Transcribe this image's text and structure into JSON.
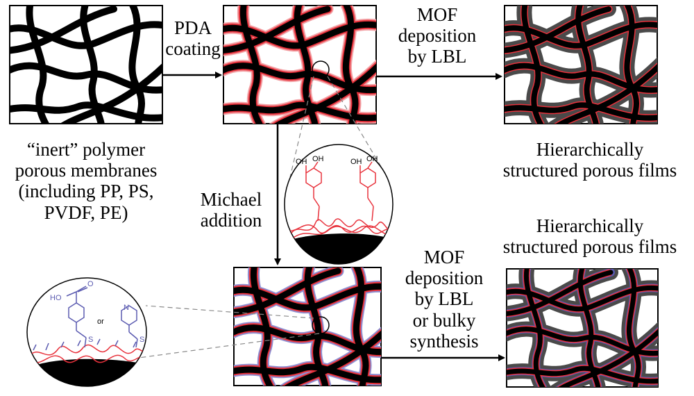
{
  "labels": {
    "inert_membranes": [
      "“inert” polymer",
      "porous membranes",
      "(including PP, PS,",
      "PVDF, PE)"
    ],
    "pda_coating": [
      "PDA",
      "coating"
    ],
    "mof_lbl": [
      "MOF",
      "deposition",
      "by LBL"
    ],
    "hierarchical_top": [
      "Hierarchically",
      "structured porous films"
    ],
    "michael_addition": [
      "Michael",
      "addition"
    ],
    "hierarchical_bottom": [
      "Hierarchically",
      "structured porous films"
    ],
    "mof_lbl_bulky": [
      "MOF",
      "deposition",
      "by LBL",
      "or bulky",
      "synthesis"
    ]
  },
  "chem": {
    "oh": "OH",
    "ho": "HO",
    "o": "O",
    "n": "N",
    "s": "S",
    "or": "or"
  },
  "colors": {
    "fiber": "#000000",
    "pda_red": "#e8323c",
    "mof_gray": "#4a4a4a",
    "linker_blue": "#5a5ab0",
    "arrow": "#000000",
    "guide": "#888888"
  }
}
